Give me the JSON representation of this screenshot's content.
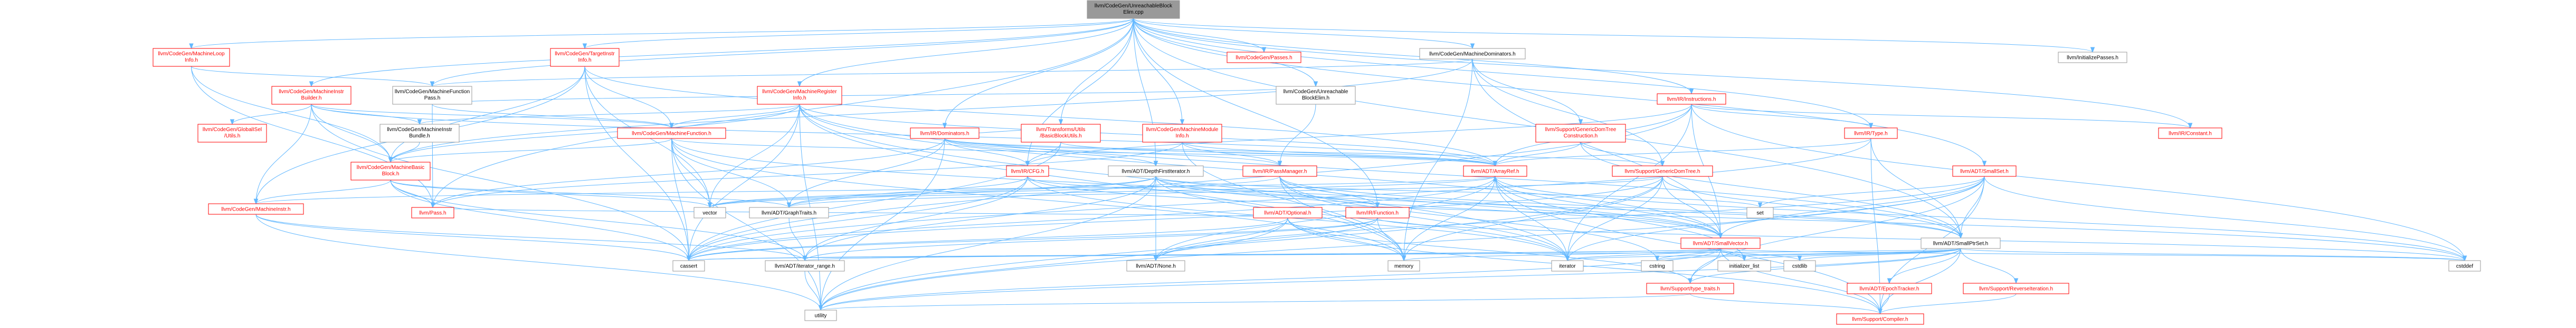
{
  "graph": {
    "root": "llvm/CodeGen/UnreachableBlockElim.cpp",
    "colors": {
      "edge": "#63b8ff",
      "node_border": "#999999",
      "node_fill": "#ffffff",
      "root_fill": "#999999",
      "red_text": "#ff0000"
    },
    "nodes": [
      {
        "id": "root",
        "lines": [
          "llvm/CodeGen/UnreachableBlock",
          "Elim.cpp"
        ],
        "root": true
      },
      {
        "id": "MachineLoopInfo",
        "lines": [
          "llvm/CodeGen/MachineLoop",
          "Info.h"
        ],
        "red": true
      },
      {
        "id": "TargetInstrInfo",
        "lines": [
          "llvm/CodeGen/TargetInstr",
          "Info.h"
        ],
        "red": true
      },
      {
        "id": "Passes",
        "lines": [
          "llvm/CodeGen/Passes.h"
        ],
        "red": true
      },
      {
        "id": "MachineDominators",
        "lines": [
          "llvm/CodeGen/MachineDominators.h"
        ],
        "red": false
      },
      {
        "id": "InitializePasses",
        "lines": [
          "llvm/InitializePasses.h"
        ],
        "red": false
      },
      {
        "id": "MachineFunctionPass",
        "lines": [
          "llvm/CodeGen/MachineFunction",
          "Pass.h"
        ],
        "red": false
      },
      {
        "id": "MachineInstrBuilder",
        "lines": [
          "llvm/CodeGen/MachineInstr",
          "Builder.h"
        ],
        "red": true
      },
      {
        "id": "MachineRegisterInfo",
        "lines": [
          "llvm/CodeGen/MachineRegister",
          "Info.h"
        ],
        "red": true
      },
      {
        "id": "UnreachableBlockElimH",
        "lines": [
          "llvm/CodeGen/Unreachable",
          "BlockElim.h"
        ],
        "red": false
      },
      {
        "id": "Instructions",
        "lines": [
          "llvm/IR/Instructions.h"
        ],
        "red": true
      },
      {
        "id": "GlobalISelUtils",
        "lines": [
          "llvm/CodeGen/GlobalISel",
          "/Utils.h"
        ],
        "red": true
      },
      {
        "id": "MachineInstrBundle",
        "lines": [
          "llvm/CodeGen/MachineInstr",
          "Bundle.h"
        ],
        "red": false
      },
      {
        "id": "MachineFunction",
        "lines": [
          "llvm/CodeGen/MachineFunction.h"
        ],
        "red": true
      },
      {
        "id": "IRDominators",
        "lines": [
          "llvm/IR/Dominators.h"
        ],
        "red": true
      },
      {
        "id": "BasicBlockUtils",
        "lines": [
          "llvm/Transforms/Utils",
          "/BasicBlockUtils.h"
        ],
        "red": true
      },
      {
        "id": "MachineModuleInfo",
        "lines": [
          "llvm/CodeGen/MachineModule",
          "Info.h"
        ],
        "red": true
      },
      {
        "id": "GenericDomTreeConstruction",
        "lines": [
          "llvm/Support/GenericDomTree",
          "Construction.h"
        ],
        "red": true
      },
      {
        "id": "IRType",
        "lines": [
          "llvm/IR/Type.h"
        ],
        "red": true
      },
      {
        "id": "IRConstant",
        "lines": [
          "llvm/IR/Constant.h"
        ],
        "red": true
      },
      {
        "id": "MachineBasicBlock",
        "lines": [
          "llvm/CodeGen/MachineBasic",
          "Block.h"
        ],
        "red": true
      },
      {
        "id": "IRCFG",
        "lines": [
          "llvm/IR/CFG.h"
        ],
        "red": true
      },
      {
        "id": "DepthFirstIterator",
        "lines": [
          "llvm/ADT/DepthFirstIterator.h"
        ],
        "red": false
      },
      {
        "id": "PassManager",
        "lines": [
          "llvm/IR/PassManager.h"
        ],
        "red": true
      },
      {
        "id": "ArrayRef",
        "lines": [
          "llvm/ADT/ArrayRef.h"
        ],
        "red": true
      },
      {
        "id": "GenericDomTree",
        "lines": [
          "llvm/Support/GenericDomTree.h"
        ],
        "red": true
      },
      {
        "id": "SmallSet",
        "lines": [
          "llvm/ADT/SmallSet.h"
        ],
        "red": true
      },
      {
        "id": "MachineInstr",
        "lines": [
          "llvm/CodeGen/MachineInstr.h"
        ],
        "red": true
      },
      {
        "id": "Pass",
        "lines": [
          "llvm/Pass.h"
        ],
        "red": true
      },
      {
        "id": "vector",
        "lines": [
          "vector"
        ],
        "red": false,
        "std": true
      },
      {
        "id": "GraphTraits",
        "lines": [
          "llvm/ADT/GraphTraits.h"
        ],
        "red": false
      },
      {
        "id": "Optional",
        "lines": [
          "llvm/ADT/Optional.h"
        ],
        "red": true
      },
      {
        "id": "IRFunction",
        "lines": [
          "llvm/IR/Function.h"
        ],
        "red": true
      },
      {
        "id": "set",
        "lines": [
          "set"
        ],
        "red": false,
        "std": true
      },
      {
        "id": "SmallVector",
        "lines": [
          "llvm/ADT/SmallVector.h"
        ],
        "red": true
      },
      {
        "id": "SmallPtrSet",
        "lines": [
          "llvm/ADT/SmallPtrSet.h"
        ],
        "red": false
      },
      {
        "id": "cassert",
        "lines": [
          "cassert"
        ],
        "red": false,
        "std": true
      },
      {
        "id": "iterator_range",
        "lines": [
          "llvm/ADT/iterator_range.h"
        ],
        "red": false
      },
      {
        "id": "None",
        "lines": [
          "llvm/ADT/None.h"
        ],
        "red": false
      },
      {
        "id": "memory",
        "lines": [
          "memory"
        ],
        "red": false,
        "std": true
      },
      {
        "id": "iterator",
        "lines": [
          "iterator"
        ],
        "red": false,
        "std": true
      },
      {
        "id": "typetraits",
        "lines": [
          "llvm/Support/type_traits.h"
        ],
        "red": true
      },
      {
        "id": "cstring",
        "lines": [
          "cstring"
        ],
        "red": false,
        "std": true
      },
      {
        "id": "initializer_list",
        "lines": [
          "initializer_list"
        ],
        "red": false,
        "std": true
      },
      {
        "id": "cstdlib",
        "lines": [
          "cstdlib"
        ],
        "red": false,
        "std": true
      },
      {
        "id": "EpochTracker",
        "lines": [
          "llvm/ADT/EpochTracker.h"
        ],
        "red": true
      },
      {
        "id": "ReverseIteration",
        "lines": [
          "llvm/Support/ReverseIteration.h"
        ],
        "red": true
      },
      {
        "id": "cstddef",
        "lines": [
          "cstddef"
        ],
        "red": false,
        "std": true
      },
      {
        "id": "utility",
        "lines": [
          "utility"
        ],
        "red": false,
        "std": true
      },
      {
        "id": "Compiler",
        "lines": [
          "llvm/Support/Compiler.h"
        ],
        "red": true
      }
    ],
    "edges": [
      [
        "root",
        "MachineLoopInfo"
      ],
      [
        "root",
        "TargetInstrInfo"
      ],
      [
        "root",
        "Passes"
      ],
      [
        "root",
        "MachineDominators"
      ],
      [
        "root",
        "InitializePasses"
      ],
      [
        "root",
        "MachineFunctionPass"
      ],
      [
        "root",
        "MachineInstrBuilder"
      ],
      [
        "root",
        "MachineRegisterInfo"
      ],
      [
        "root",
        "UnreachableBlockElimH"
      ],
      [
        "root",
        "Instructions"
      ],
      [
        "root",
        "IRDominators"
      ],
      [
        "root",
        "BasicBlockUtils"
      ],
      [
        "root",
        "MachineModuleInfo"
      ],
      [
        "root",
        "IRType"
      ],
      [
        "root",
        "IRConstant"
      ],
      [
        "root",
        "IRCFG"
      ],
      [
        "root",
        "DepthFirstIterator"
      ],
      [
        "root",
        "SmallSet"
      ],
      [
        "root",
        "SmallPtrSet"
      ],
      [
        "root",
        "IRFunction"
      ],
      [
        "root",
        "Pass"
      ],
      [
        "MachineLoopInfo",
        "MachineFunctionPass"
      ],
      [
        "MachineLoopInfo",
        "MachineBasicBlock"
      ],
      [
        "MachineLoopInfo",
        "Pass"
      ],
      [
        "TargetInstrInfo",
        "MachineFunction"
      ],
      [
        "TargetInstrInfo",
        "MachineBasicBlock"
      ],
      [
        "TargetInstrInfo",
        "MachineInstr"
      ],
      [
        "TargetInstrInfo",
        "ArrayRef"
      ],
      [
        "TargetInstrInfo",
        "vector"
      ],
      [
        "TargetInstrInfo",
        "cassert"
      ],
      [
        "MachineDominators",
        "MachineFunctionPass"
      ],
      [
        "MachineDominators",
        "MachineBasicBlock"
      ],
      [
        "MachineDominators",
        "GenericDomTree"
      ],
      [
        "MachineDominators",
        "GenericDomTreeConstruction"
      ],
      [
        "MachineDominators",
        "SmallVector"
      ],
      [
        "MachineDominators",
        "memory"
      ],
      [
        "MachineFunctionPass",
        "MachineFunction"
      ],
      [
        "MachineFunctionPass",
        "Pass"
      ],
      [
        "MachineInstrBuilder",
        "GlobalISelUtils"
      ],
      [
        "MachineInstrBuilder",
        "MachineInstrBundle"
      ],
      [
        "MachineInstrBuilder",
        "MachineFunction"
      ],
      [
        "MachineInstrBuilder",
        "MachineBasicBlock"
      ],
      [
        "MachineInstrBuilder",
        "MachineInstr"
      ],
      [
        "MachineInstrBuilder",
        "ArrayRef"
      ],
      [
        "MachineInstrBuilder",
        "cassert"
      ],
      [
        "MachineInstrBuilder",
        "cstdint"
      ],
      [
        "MachineRegisterInfo",
        "MachineFunction"
      ],
      [
        "MachineRegisterInfo",
        "MachineInstrBundle"
      ],
      [
        "MachineRegisterInfo",
        "MachineBasicBlock"
      ],
      [
        "MachineRegisterInfo",
        "ArrayRef"
      ],
      [
        "MachineRegisterInfo",
        "SmallVector"
      ],
      [
        "MachineRegisterInfo",
        "SmallPtrSet"
      ],
      [
        "MachineRegisterInfo",
        "vector"
      ],
      [
        "MachineRegisterInfo",
        "memory"
      ],
      [
        "MachineRegisterInfo",
        "iterator"
      ],
      [
        "MachineRegisterInfo",
        "cassert"
      ],
      [
        "MachineRegisterInfo",
        "utility"
      ],
      [
        "UnreachableBlockElimH",
        "MachineFunctionPass"
      ],
      [
        "UnreachableBlockElimH",
        "PassManager"
      ],
      [
        "Instructions",
        "ArrayRef"
      ],
      [
        "Instructions",
        "IRConstant"
      ],
      [
        "Instructions",
        "IRType"
      ],
      [
        "Instructions",
        "IRCFG"
      ],
      [
        "Instructions",
        "SmallVector"
      ],
      [
        "Instructions",
        "iterator"
      ],
      [
        "Instructions",
        "cstddef"
      ],
      [
        "Instructions",
        "cassert"
      ],
      [
        "MachineInstrBundle",
        "MachineBasicBlock"
      ],
      [
        "MachineFunction",
        "MachineBasicBlock"
      ],
      [
        "MachineFunction",
        "ArrayRef"
      ],
      [
        "MachineFunction",
        "GraphTraits"
      ],
      [
        "MachineFunction",
        "SmallVector"
      ],
      [
        "MachineFunction",
        "cassert"
      ],
      [
        "MachineFunction",
        "memory"
      ],
      [
        "MachineFunction",
        "utility"
      ],
      [
        "MachineFunction",
        "vector"
      ],
      [
        "IRDominators",
        "IRCFG"
      ],
      [
        "IRDominators",
        "PassManager"
      ],
      [
        "IRDominators",
        "Pass"
      ],
      [
        "IRDominators",
        "GenericDomTree"
      ],
      [
        "IRDominators",
        "ArrayRef"
      ],
      [
        "IRDominators",
        "DepthFirstIterator"
      ],
      [
        "IRDominators",
        "GraphTraits"
      ],
      [
        "IRDominators",
        "utility"
      ],
      [
        "BasicBlockUtils",
        "ArrayRef"
      ],
      [
        "BasicBlockUtils",
        "IRCFG"
      ],
      [
        "BasicBlockUtils",
        "IRDominators"
      ],
      [
        "BasicBlockUtils",
        "cassert"
      ],
      [
        "MachineModuleInfo",
        "ArrayRef"
      ],
      [
        "MachineModuleInfo",
        "PassManager"
      ],
      [
        "MachineModuleInfo",
        "Pass"
      ],
      [
        "MachineModuleInfo",
        "memory"
      ],
      [
        "GenericDomTreeConstruction",
        "ArrayRef"
      ],
      [
        "GenericDomTreeConstruction",
        "GenericDomTree"
      ],
      [
        "GenericDomTreeConstruction",
        "SmallPtrSet"
      ],
      [
        "IRType",
        "ArrayRef"
      ],
      [
        "IRType",
        "SmallPtrSet"
      ],
      [
        "IRType",
        "cassert"
      ],
      [
        "IRType",
        "Compiler"
      ],
      [
        "MachineBasicBlock",
        "MachineInstr"
      ],
      [
        "MachineBasicBlock",
        "Pass"
      ],
      [
        "MachineBasicBlock",
        "GraphTraits"
      ],
      [
        "MachineBasicBlock",
        "iterator_range"
      ],
      [
        "MachineBasicBlock",
        "cassert"
      ],
      [
        "MachineBasicBlock",
        "vector"
      ],
      [
        "IRCFG",
        "GraphTraits"
      ],
      [
        "IRCFG",
        "IRFunction"
      ],
      [
        "IRCFG",
        "iterator_range"
      ],
      [
        "IRCFG",
        "cassert"
      ],
      [
        "IRCFG",
        "iterator"
      ],
      [
        "IRCFG",
        "cstddef"
      ],
      [
        "DepthFirstIterator",
        "GraphTraits"
      ],
      [
        "DepthFirstIterator",
        "None"
      ],
      [
        "DepthFirstIterator",
        "SmallPtrSet"
      ],
      [
        "DepthFirstIterator",
        "SmallVector"
      ],
      [
        "DepthFirstIterator",
        "iterator_range"
      ],
      [
        "DepthFirstIterator",
        "iterator"
      ],
      [
        "DepthFirstIterator",
        "set"
      ],
      [
        "DepthFirstIterator",
        "utility"
      ],
      [
        "DepthFirstIterator",
        "vector"
      ],
      [
        "PassManager",
        "IRFunction"
      ],
      [
        "PassManager",
        "SmallPtrSet"
      ],
      [
        "PassManager",
        "SmallVector"
      ],
      [
        "PassManager",
        "vector"
      ],
      [
        "PassManager",
        "memory"
      ],
      [
        "PassManager",
        "iterator"
      ],
      [
        "PassManager",
        "cstring"
      ],
      [
        "ArrayRef",
        "None"
      ],
      [
        "ArrayRef",
        "SmallVector"
      ],
      [
        "ArrayRef",
        "Compiler"
      ],
      [
        "ArrayRef",
        "vector"
      ],
      [
        "ArrayRef",
        "iterator"
      ],
      [
        "ArrayRef",
        "memory"
      ],
      [
        "ArrayRef",
        "cassert"
      ],
      [
        "ArrayRef",
        "cstddef"
      ],
      [
        "ArrayRef",
        "initializer_list"
      ],
      [
        "GenericDomTree",
        "GraphTraits"
      ],
      [
        "GenericDomTree",
        "SmallPtrSet"
      ],
      [
        "GenericDomTree",
        "SmallVector"
      ],
      [
        "GenericDomTree",
        "cassert"
      ],
      [
        "GenericDomTree",
        "memory"
      ],
      [
        "GenericDomTree",
        "utility"
      ],
      [
        "GenericDomTree",
        "iterator"
      ],
      [
        "SmallSet",
        "None"
      ],
      [
        "SmallSet",
        "SmallPtrSet"
      ],
      [
        "SmallSet",
        "SmallVector"
      ],
      [
        "SmallSet",
        "set"
      ],
      [
        "SmallSet",
        "Compiler"
      ],
      [
        "SmallSet",
        "typetraits"
      ],
      [
        "SmallSet",
        "cstddef"
      ],
      [
        "SmallSet",
        "utility"
      ],
      [
        "SmallSet",
        "iterator"
      ],
      [
        "MachineInstr",
        "iterator_range"
      ],
      [
        "MachineInstr",
        "ArrayRef"
      ],
      [
        "MachineInstr",
        "cassert"
      ],
      [
        "MachineInstr",
        "utility"
      ],
      [
        "Pass",
        "Optional"
      ],
      [
        "Pass",
        "string"
      ],
      [
        "GraphTraits",
        "iterator_range"
      ],
      [
        "Optional",
        "None"
      ],
      [
        "Optional",
        "typetraits"
      ],
      [
        "Optional",
        "cassert"
      ],
      [
        "Optional",
        "memory"
      ],
      [
        "Optional",
        "utility"
      ],
      [
        "Optional",
        "Compiler"
      ],
      [
        "IRFunction",
        "iterator_range"
      ],
      [
        "IRFunction",
        "None"
      ],
      [
        "IRFunction",
        "cassert"
      ],
      [
        "IRFunction",
        "memory"
      ],
      [
        "IRFunction",
        "cstddef"
      ],
      [
        "IRFunction",
        "cstdint"
      ],
      [
        "IRFunction",
        "string"
      ],
      [
        "SmallVector",
        "Compiler"
      ],
      [
        "SmallVector",
        "typetraits"
      ],
      [
        "SmallVector",
        "cassert"
      ],
      [
        "SmallVector",
        "cstddef"
      ],
      [
        "SmallVector",
        "cstdlib"
      ],
      [
        "SmallVector",
        "cstring"
      ],
      [
        "SmallVector",
        "initializer_list"
      ],
      [
        "SmallVector",
        "iterator"
      ],
      [
        "SmallVector",
        "memory"
      ],
      [
        "SmallVector",
        "utility"
      ],
      [
        "SmallVector",
        "iterator_range"
      ],
      [
        "SmallPtrSet",
        "EpochTracker"
      ],
      [
        "SmallPtrSet",
        "Compiler"
      ],
      [
        "SmallPtrSet",
        "ReverseIteration"
      ],
      [
        "SmallPtrSet",
        "typetraits"
      ],
      [
        "SmallPtrSet",
        "cassert"
      ],
      [
        "SmallPtrSet",
        "cstddef"
      ],
      [
        "SmallPtrSet",
        "cstdlib"
      ],
      [
        "SmallPtrSet",
        "cstring"
      ],
      [
        "SmallPtrSet",
        "initializer_list"
      ],
      [
        "SmallPtrSet",
        "iterator"
      ],
      [
        "SmallPtrSet",
        "utility"
      ],
      [
        "iterator_range",
        "utility"
      ],
      [
        "typetraits",
        "utility"
      ],
      [
        "typetraits",
        "Compiler"
      ],
      [
        "EpochTracker",
        "Compiler"
      ],
      [
        "ReverseIteration",
        "Compiler"
      ]
    ]
  }
}
